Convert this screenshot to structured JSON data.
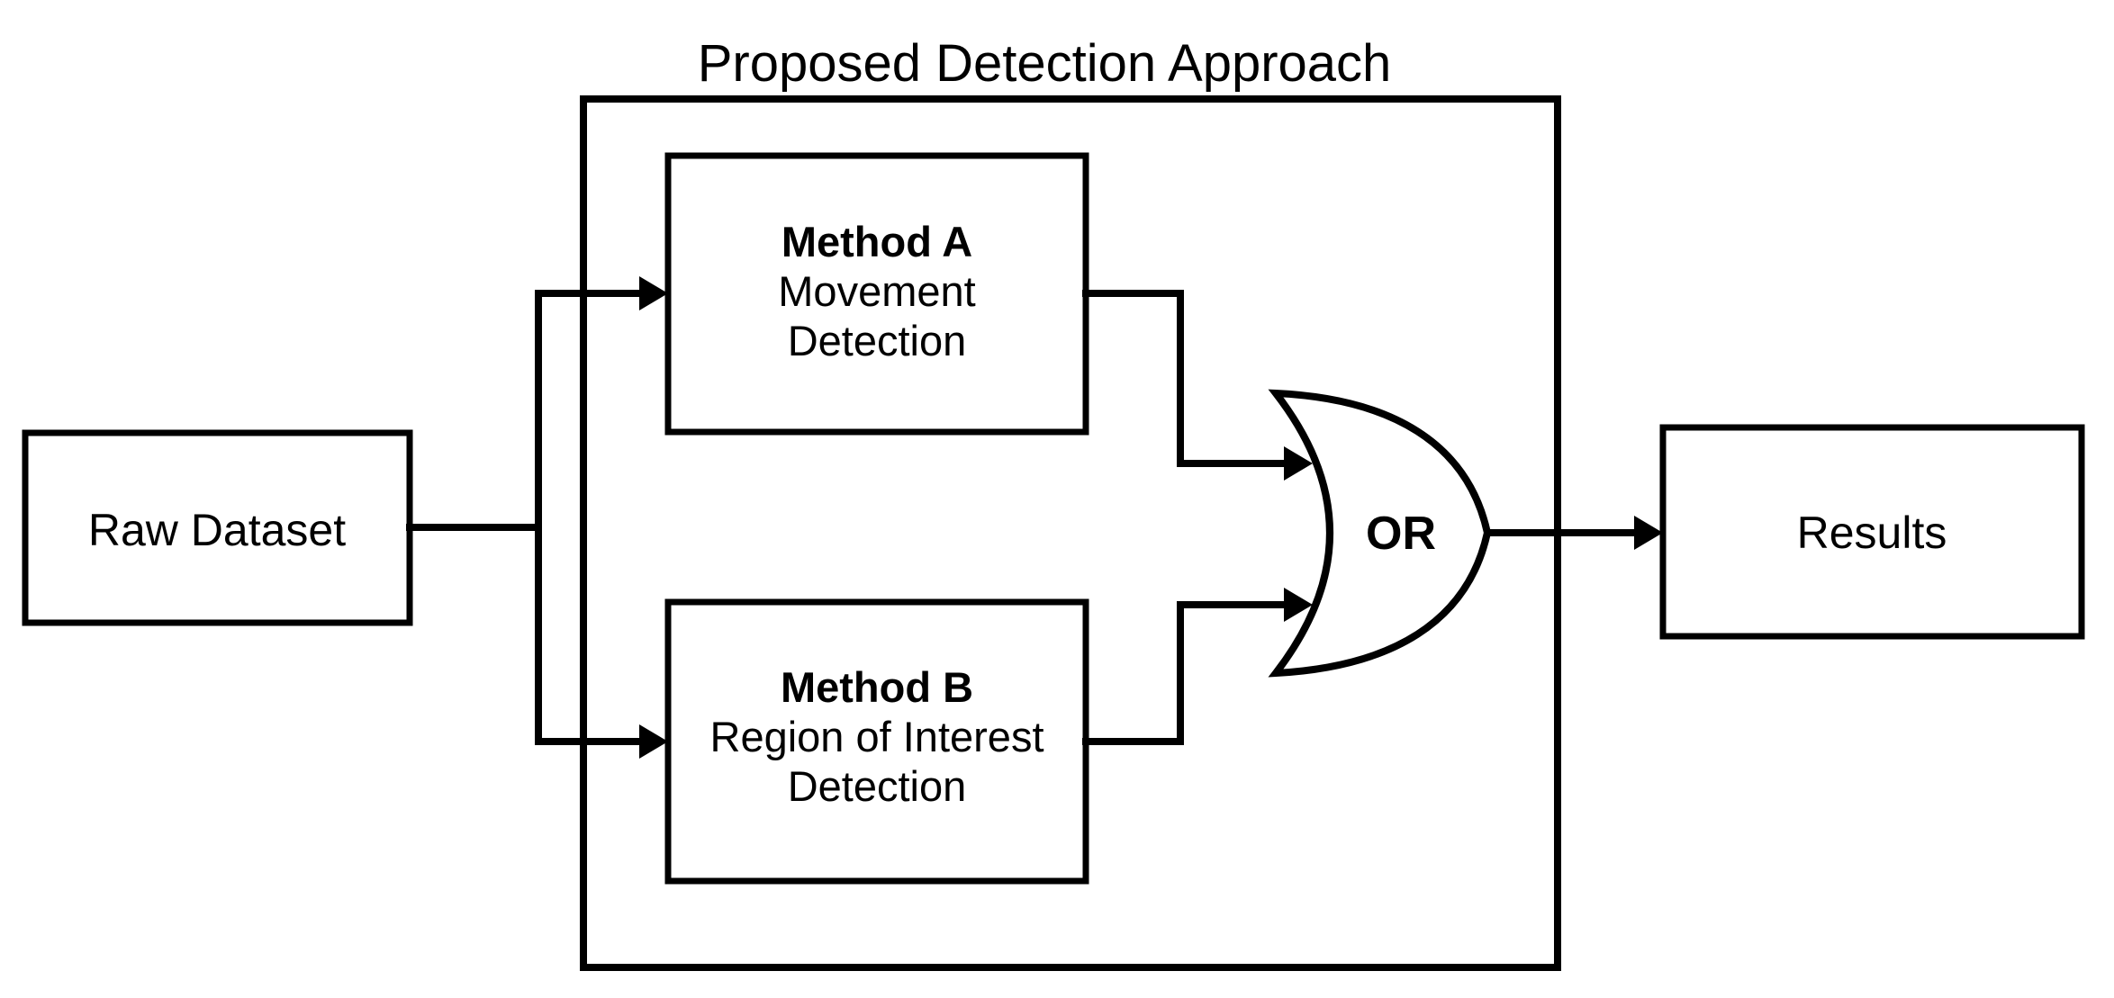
{
  "diagram": {
    "title": "Proposed Detection Approach",
    "colors": {
      "background": "#ffffff",
      "line": "#000000",
      "text": "#000000"
    },
    "nodes": {
      "raw_dataset": {
        "label": "Raw Dataset"
      },
      "method_a": {
        "title": "Method A",
        "subtitle_line1": "Movement",
        "subtitle_line2": "Detection"
      },
      "method_b": {
        "title": "Method B",
        "subtitle_line1": "Region of Interest",
        "subtitle_line2": "Detection"
      },
      "or_gate": {
        "label": "OR"
      },
      "results": {
        "label": "Results"
      }
    }
  }
}
